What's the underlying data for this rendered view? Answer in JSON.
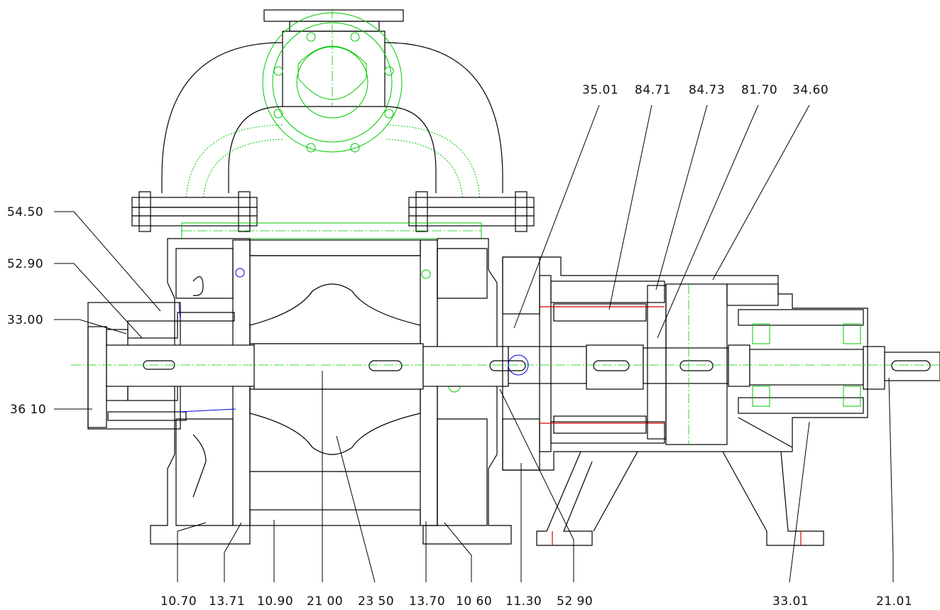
{
  "callouts_left": [
    {
      "text": "54.50"
    },
    {
      "text": "52.90"
    },
    {
      "text": "33.00"
    },
    {
      "text": "36 10"
    }
  ],
  "callouts_top": [
    {
      "text": "35.01"
    },
    {
      "text": "84.71"
    },
    {
      "text": "84.73"
    },
    {
      "text": "81.70"
    },
    {
      "text": "34.60"
    }
  ],
  "callouts_bottom": [
    {
      "text": "10.70"
    },
    {
      "text": "13.71"
    },
    {
      "text": "10.90"
    },
    {
      "text": "21 00"
    },
    {
      "text": "23 50"
    },
    {
      "text": "13.70"
    },
    {
      "text": "10 60"
    },
    {
      "text": "11.30"
    },
    {
      "text": "52 90"
    },
    {
      "text": "33.01"
    },
    {
      "text": "21.01"
    }
  ],
  "colors": {
    "outline": "#000000",
    "hatch": "#00c800",
    "seal": "#0000e0",
    "spring": "#e00000"
  }
}
